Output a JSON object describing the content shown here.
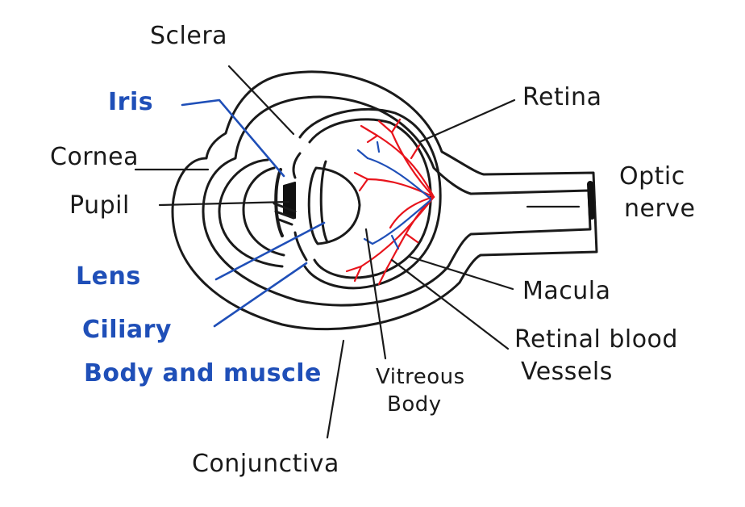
{
  "labels": {
    "sclera": "Sclera",
    "iris": "Iris",
    "cornea": "Cornea",
    "pupil": "Pupil",
    "lens": "Lens",
    "ciliary_1": "Ciliary",
    "ciliary_2": "Body and muscle",
    "retina": "Retina",
    "optic_1": "Optic",
    "optic_2": "nerve",
    "macula": "Macula",
    "retinal_vessels_1": "Retinal blood",
    "retinal_vessels_2": "Vessels",
    "vitreous_1": "Vitreous",
    "vitreous_2": "Body",
    "conjunctiva": "Conjunctiva"
  },
  "colors": {
    "outline": "#1a1a1a",
    "blue_label": "#1f4fb8",
    "vessels": "#e8141c"
  }
}
